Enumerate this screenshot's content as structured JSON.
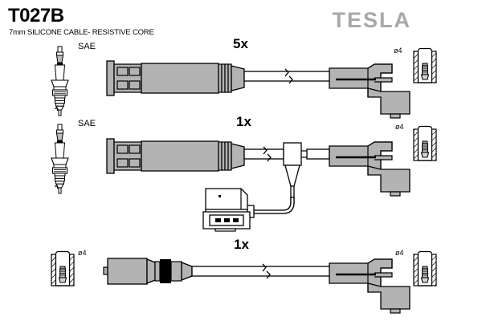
{
  "document": {
    "part_number": "T027B",
    "subtitle": "7mm SILICONE CABLE- RESISTIVE CORE",
    "brand": "TESLA"
  },
  "colors": {
    "line": "#000000",
    "boot_fill": "#b3b3b3",
    "cable_fill": "#ffffff",
    "brand_gray": "#a8a8a8",
    "paper": "#ffffff",
    "band_black": "#000000"
  },
  "rows": [
    {
      "id": "row-1",
      "quantity_label": "5x",
      "standard_label": "SAE",
      "left_end": "spark-plug-boot",
      "right_end": "distributor-boot-angled",
      "terminal_label": "ø4",
      "has_break_symbol": true,
      "has_branch": false
    },
    {
      "id": "row-2",
      "quantity_label": "1x",
      "standard_label": "SAE",
      "left_end": "spark-plug-boot",
      "right_end": "distributor-boot-angled",
      "terminal_label": "ø4",
      "has_break_symbol": true,
      "has_branch": true,
      "branch_connector": "3-pin-sensor-connector",
      "branch_pins": 3
    },
    {
      "id": "row-3",
      "quantity_label": "1x",
      "standard_label": "",
      "left_end": "coil-boot-straight",
      "right_end": "distributor-boot-angled",
      "terminal_label_left": "ø4",
      "terminal_label_right": "ø4",
      "has_break_symbol": true,
      "has_branch": false
    }
  ],
  "icons": {
    "spark_plug": "spark-plug-icon",
    "terminal_section": "terminal-cross-section-icon",
    "break_symbol": "cable-break-symbol-icon"
  }
}
